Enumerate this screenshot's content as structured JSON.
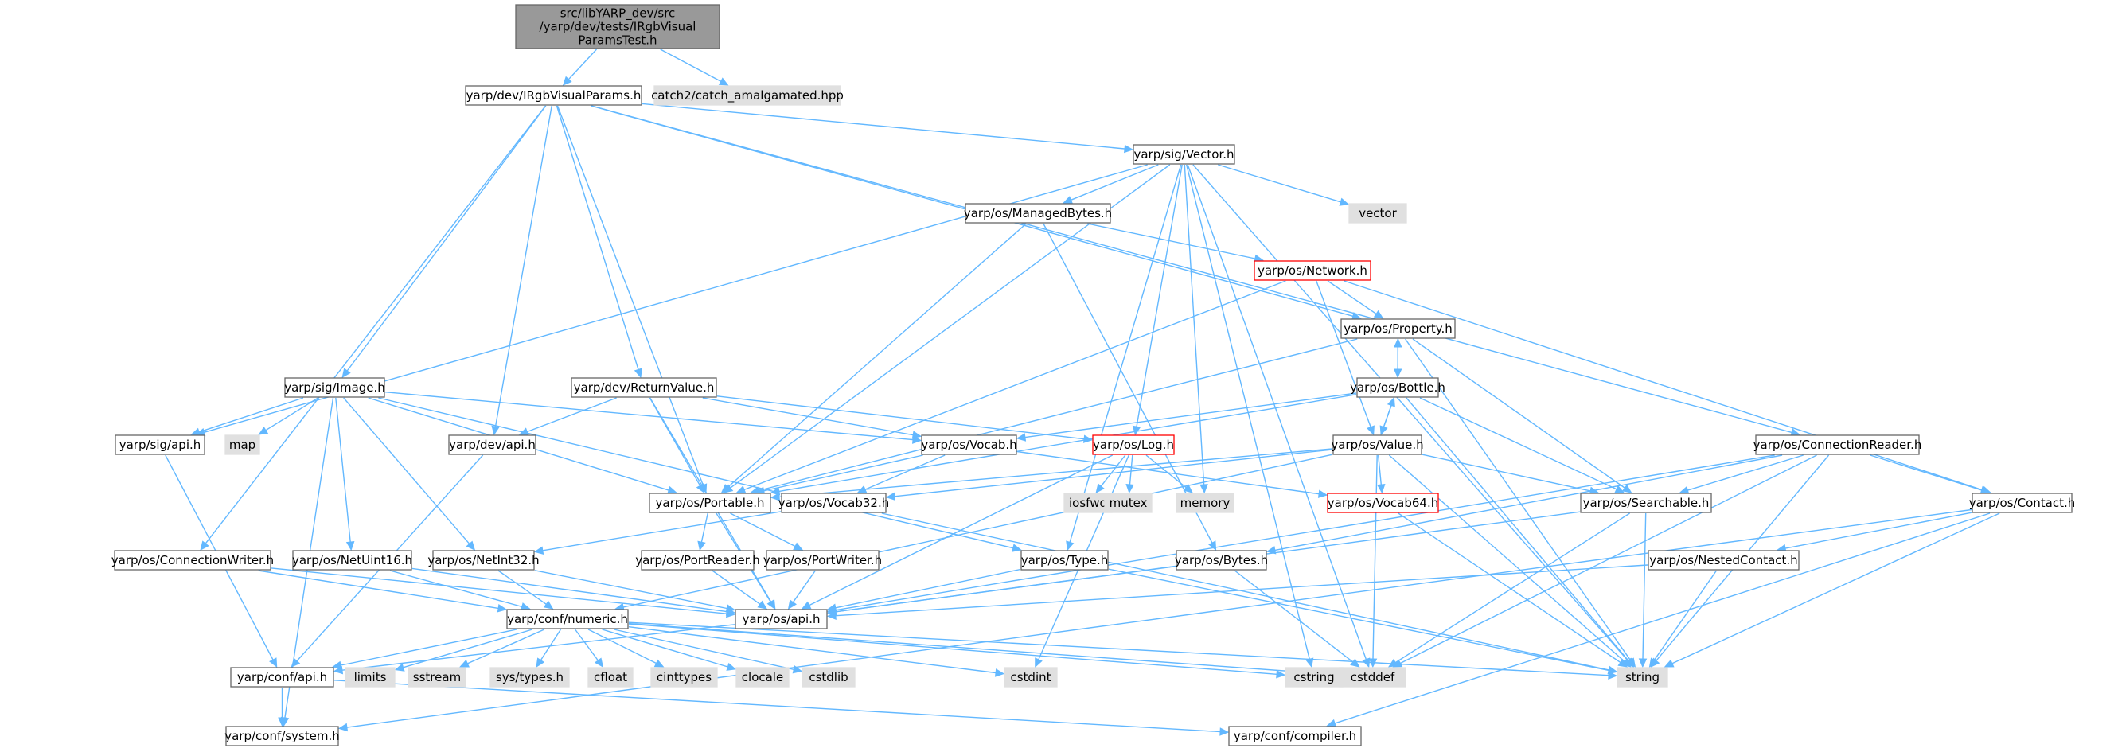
{
  "colors": {
    "edge": "#63b8ff",
    "root_fill": "#999999",
    "root_border": "#666666",
    "node_fill": "#ffffff",
    "node_border": "#666666",
    "external_fill": "#e0e0e0",
    "external_border": "#e0e0e0",
    "truncated_border": "#ff0000",
    "text": "#000000"
  },
  "nodes": [
    {
      "id": "root",
      "lines": [
        "src/libYARP_dev/src",
        "/yarp/dev/tests/IRgbVisual",
        "ParamsTest.h"
      ],
      "style": "root"
    },
    {
      "id": "IRgbVisualParams",
      "lines": [
        "yarp/dev/IRgbVisualParams.h"
      ],
      "style": "node"
    },
    {
      "id": "catch2",
      "lines": [
        "catch2/catch_amalgamated.hpp"
      ],
      "style": "external"
    },
    {
      "id": "Vector",
      "lines": [
        "yarp/sig/Vector.h"
      ],
      "style": "node"
    },
    {
      "id": "ManagedBytes",
      "lines": [
        "yarp/os/ManagedBytes.h"
      ],
      "style": "node"
    },
    {
      "id": "vector",
      "lines": [
        "vector"
      ],
      "style": "external"
    },
    {
      "id": "Network",
      "lines": [
        "yarp/os/Network.h"
      ],
      "style": "truncated"
    },
    {
      "id": "Property",
      "lines": [
        "yarp/os/Property.h"
      ],
      "style": "node"
    },
    {
      "id": "Image",
      "lines": [
        "yarp/sig/Image.h"
      ],
      "style": "node"
    },
    {
      "id": "ReturnValue",
      "lines": [
        "yarp/dev/ReturnValue.h"
      ],
      "style": "node"
    },
    {
      "id": "Bottle",
      "lines": [
        "yarp/os/Bottle.h"
      ],
      "style": "node"
    },
    {
      "id": "sigapi",
      "lines": [
        "yarp/sig/api.h"
      ],
      "style": "node"
    },
    {
      "id": "map",
      "lines": [
        "map"
      ],
      "style": "external"
    },
    {
      "id": "devapi",
      "lines": [
        "yarp/dev/api.h"
      ],
      "style": "node"
    },
    {
      "id": "Vocab",
      "lines": [
        "yarp/os/Vocab.h"
      ],
      "style": "node"
    },
    {
      "id": "Log",
      "lines": [
        "yarp/os/Log.h"
      ],
      "style": "truncated"
    },
    {
      "id": "Value",
      "lines": [
        "yarp/os/Value.h"
      ],
      "style": "node"
    },
    {
      "id": "ConnectionReader",
      "lines": [
        "yarp/os/ConnectionReader.h"
      ],
      "style": "node"
    },
    {
      "id": "iosfwd",
      "lines": [
        "iosfwd"
      ],
      "style": "external"
    },
    {
      "id": "mutex",
      "lines": [
        "mutex"
      ],
      "style": "external"
    },
    {
      "id": "memory",
      "lines": [
        "memory"
      ],
      "style": "external"
    },
    {
      "id": "Portable",
      "lines": [
        "yarp/os/Portable.h"
      ],
      "style": "node"
    },
    {
      "id": "Vocab32",
      "lines": [
        "yarp/os/Vocab32.h"
      ],
      "style": "node"
    },
    {
      "id": "Vocab64",
      "lines": [
        "yarp/os/Vocab64.h"
      ],
      "style": "truncated"
    },
    {
      "id": "Searchable",
      "lines": [
        "yarp/os/Searchable.h"
      ],
      "style": "node"
    },
    {
      "id": "Contact",
      "lines": [
        "yarp/os/Contact.h"
      ],
      "style": "node"
    },
    {
      "id": "ConnectionWriter",
      "lines": [
        "yarp/os/ConnectionWriter.h"
      ],
      "style": "node"
    },
    {
      "id": "NetUint16",
      "lines": [
        "yarp/os/NetUint16.h"
      ],
      "style": "node"
    },
    {
      "id": "NetInt32",
      "lines": [
        "yarp/os/NetInt32.h"
      ],
      "style": "node"
    },
    {
      "id": "PortReader",
      "lines": [
        "yarp/os/PortReader.h"
      ],
      "style": "node"
    },
    {
      "id": "PortWriter",
      "lines": [
        "yarp/os/PortWriter.h"
      ],
      "style": "node"
    },
    {
      "id": "Type",
      "lines": [
        "yarp/os/Type.h"
      ],
      "style": "node"
    },
    {
      "id": "Bytes",
      "lines": [
        "yarp/os/Bytes.h"
      ],
      "style": "node"
    },
    {
      "id": "NestedContact",
      "lines": [
        "yarp/os/NestedContact.h"
      ],
      "style": "node"
    },
    {
      "id": "osapi",
      "lines": [
        "yarp/os/api.h"
      ],
      "style": "node"
    },
    {
      "id": "numeric",
      "lines": [
        "yarp/conf/numeric.h"
      ],
      "style": "node"
    },
    {
      "id": "confapi",
      "lines": [
        "yarp/conf/api.h"
      ],
      "style": "node"
    },
    {
      "id": "limits",
      "lines": [
        "limits"
      ],
      "style": "external"
    },
    {
      "id": "sstream",
      "lines": [
        "sstream"
      ],
      "style": "external"
    },
    {
      "id": "systypes",
      "lines": [
        "sys/types.h"
      ],
      "style": "external"
    },
    {
      "id": "cfloat",
      "lines": [
        "cfloat"
      ],
      "style": "external"
    },
    {
      "id": "cinttypes",
      "lines": [
        "cinttypes"
      ],
      "style": "external"
    },
    {
      "id": "clocale",
      "lines": [
        "clocale"
      ],
      "style": "external"
    },
    {
      "id": "cstdlib",
      "lines": [
        "cstdlib"
      ],
      "style": "external"
    },
    {
      "id": "cstdint",
      "lines": [
        "cstdint"
      ],
      "style": "external"
    },
    {
      "id": "cstring",
      "lines": [
        "cstring"
      ],
      "style": "external"
    },
    {
      "id": "cstddef",
      "lines": [
        "cstddef"
      ],
      "style": "external"
    },
    {
      "id": "string",
      "lines": [
        "string"
      ],
      "style": "external"
    },
    {
      "id": "system",
      "lines": [
        "yarp/conf/system.h"
      ],
      "style": "node"
    },
    {
      "id": "compiler",
      "lines": [
        "yarp/conf/compiler.h"
      ],
      "style": "node"
    }
  ],
  "edges": [
    [
      "root",
      "IRgbVisualParams"
    ],
    [
      "root",
      "catch2"
    ],
    [
      "IRgbVisualParams",
      "Vector"
    ],
    [
      "IRgbVisualParams",
      "Property"
    ],
    [
      "IRgbVisualParams",
      "ConnectionReader"
    ],
    [
      "IRgbVisualParams",
      "Image"
    ],
    [
      "IRgbVisualParams",
      "devapi"
    ],
    [
      "IRgbVisualParams",
      "Portable"
    ],
    [
      "IRgbVisualParams",
      "ReturnValue"
    ],
    [
      "IRgbVisualParams",
      "ConnectionWriter"
    ],
    [
      "Vector",
      "ManagedBytes"
    ],
    [
      "Vector",
      "vector"
    ],
    [
      "Vector",
      "Log"
    ],
    [
      "Vector",
      "memory"
    ],
    [
      "Vector",
      "Portable"
    ],
    [
      "Vector",
      "sigapi"
    ],
    [
      "Vector",
      "cstring"
    ],
    [
      "Vector",
      "Type"
    ],
    [
      "Vector",
      "cstddef"
    ],
    [
      "Vector",
      "string"
    ],
    [
      "ManagedBytes",
      "Network"
    ],
    [
      "ManagedBytes",
      "Portable"
    ],
    [
      "ManagedBytes",
      "Bytes"
    ],
    [
      "Network",
      "Property"
    ],
    [
      "Network",
      "Value"
    ],
    [
      "Network",
      "Portable"
    ],
    [
      "Network",
      "Contact"
    ],
    [
      "Property",
      "Bottle"
    ],
    [
      "Property",
      "Searchable"
    ],
    [
      "Property",
      "Portable"
    ],
    [
      "Property",
      "string"
    ],
    [
      "Bottle",
      "Property"
    ],
    [
      "Bottle",
      "Value"
    ],
    [
      "Bottle",
      "Vocab"
    ],
    [
      "Bottle",
      "Portable"
    ],
    [
      "Bottle",
      "Searchable"
    ],
    [
      "Bottle",
      "string"
    ],
    [
      "Value",
      "Bottle"
    ],
    [
      "Value",
      "Vocab64"
    ],
    [
      "Value",
      "Vocab32"
    ],
    [
      "Value",
      "Searchable"
    ],
    [
      "Value",
      "numeric"
    ],
    [
      "Value",
      "cstddef"
    ],
    [
      "Value",
      "string"
    ],
    [
      "Value",
      "Portable"
    ],
    [
      "Image",
      "sigapi"
    ],
    [
      "Image",
      "map"
    ],
    [
      "Image",
      "Vocab"
    ],
    [
      "Image",
      "Portable"
    ],
    [
      "Image",
      "NetUint16"
    ],
    [
      "Image",
      "NetInt32"
    ],
    [
      "Image",
      "Type"
    ],
    [
      "Image",
      "system"
    ],
    [
      "ReturnValue",
      "devapi"
    ],
    [
      "ReturnValue",
      "Portable"
    ],
    [
      "ReturnValue",
      "Log"
    ],
    [
      "ReturnValue",
      "Vocab"
    ],
    [
      "ReturnValue",
      "osapi"
    ],
    [
      "devapi",
      "confapi"
    ],
    [
      "sigapi",
      "confapi"
    ],
    [
      "Vocab",
      "Vocab32"
    ],
    [
      "Vocab",
      "Vocab64"
    ],
    [
      "Vocab",
      "Portable"
    ],
    [
      "Log",
      "iosfwd"
    ],
    [
      "Log",
      "mutex"
    ],
    [
      "Log",
      "memory"
    ],
    [
      "Log",
      "cstdint"
    ],
    [
      "Log",
      "osapi"
    ],
    [
      "Portable",
      "PortReader"
    ],
    [
      "Portable",
      "PortWriter"
    ],
    [
      "Portable",
      "osapi"
    ],
    [
      "Vocab32",
      "NetInt32"
    ],
    [
      "Vocab32",
      "string"
    ],
    [
      "Vocab64",
      "string"
    ],
    [
      "Searchable",
      "osapi"
    ],
    [
      "Searchable",
      "cstddef"
    ],
    [
      "Searchable",
      "string"
    ],
    [
      "ConnectionReader",
      "Searchable"
    ],
    [
      "ConnectionReader",
      "Contact"
    ],
    [
      "ConnectionReader",
      "Bytes"
    ],
    [
      "ConnectionReader",
      "string"
    ],
    [
      "ConnectionReader",
      "osapi"
    ],
    [
      "ConnectionReader",
      "cstddef"
    ],
    [
      "Contact",
      "NestedContact"
    ],
    [
      "Contact",
      "string"
    ],
    [
      "Contact",
      "system"
    ],
    [
      "Contact",
      "compiler"
    ],
    [
      "NestedContact",
      "string"
    ],
    [
      "NestedContact",
      "osapi"
    ],
    [
      "ConnectionWriter",
      "osapi"
    ],
    [
      "ConnectionWriter",
      "numeric"
    ],
    [
      "NetUint16",
      "osapi"
    ],
    [
      "NetUint16",
      "numeric"
    ],
    [
      "NetInt32",
      "numeric"
    ],
    [
      "NetInt32",
      "osapi"
    ],
    [
      "PortReader",
      "osapi"
    ],
    [
      "PortWriter",
      "osapi"
    ],
    [
      "Type",
      "osapi"
    ],
    [
      "Type",
      "string"
    ],
    [
      "Bytes",
      "osapi"
    ],
    [
      "Bytes",
      "cstddef"
    ],
    [
      "osapi",
      "confapi"
    ],
    [
      "numeric",
      "confapi"
    ],
    [
      "numeric",
      "limits"
    ],
    [
      "numeric",
      "sstream"
    ],
    [
      "numeric",
      "systypes"
    ],
    [
      "numeric",
      "cfloat"
    ],
    [
      "numeric",
      "cinttypes"
    ],
    [
      "numeric",
      "clocale"
    ],
    [
      "numeric",
      "cstdlib"
    ],
    [
      "numeric",
      "cstdint"
    ],
    [
      "numeric",
      "cstring"
    ],
    [
      "numeric",
      "cstddef"
    ],
    [
      "numeric",
      "string"
    ],
    [
      "confapi",
      "system"
    ],
    [
      "confapi",
      "compiler"
    ]
  ]
}
